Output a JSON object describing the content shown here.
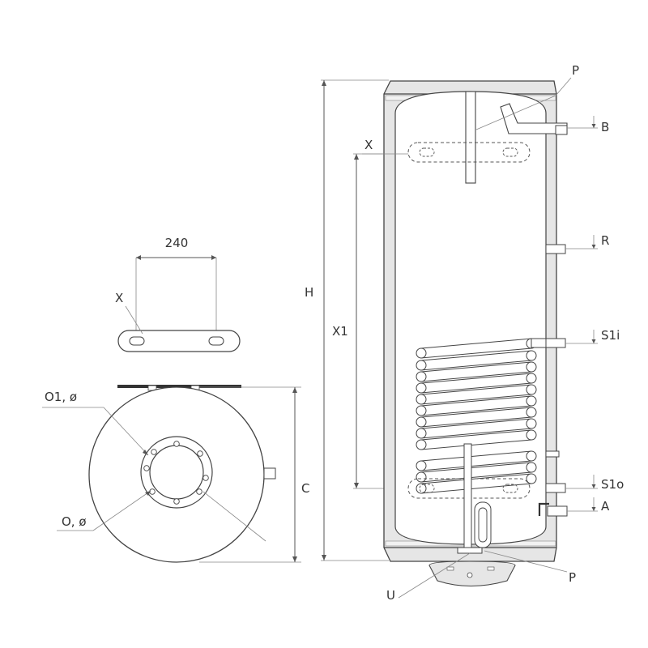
{
  "labels": {
    "dim_240": "240",
    "x_plate": "X",
    "o1": "O1, ø",
    "o": "O, ø",
    "c": "C",
    "h": "H",
    "x1": "X1",
    "x_tank": "X",
    "p_top": "P",
    "b": "B",
    "r": "R",
    "s1i": "S1i",
    "s1o": "S1o",
    "a": "A",
    "p_bottom": "P",
    "u": "U"
  },
  "colors": {
    "line": "#444444",
    "shell_fill": "#e6e6e6",
    "inner_fill": "#ffffff",
    "bar": "#333333"
  }
}
